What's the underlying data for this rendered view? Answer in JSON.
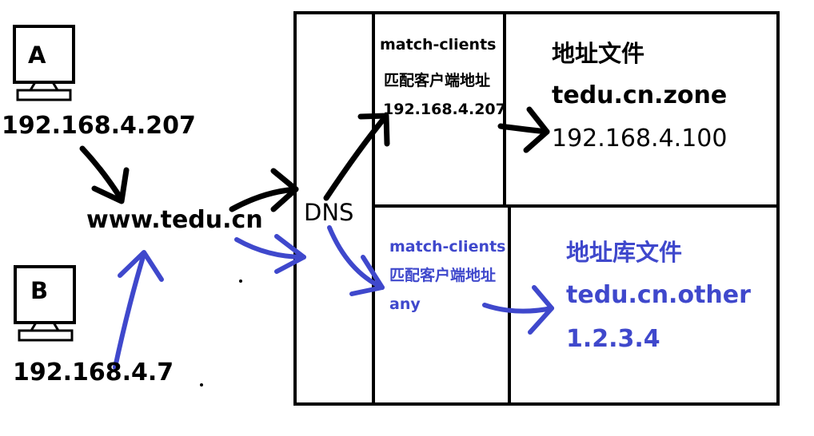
{
  "colors": {
    "black": "#000000",
    "blue": "#3f48cc",
    "background": "#ffffff"
  },
  "client_a": {
    "label": "A",
    "ip": "192.168.4.207",
    "icon": "monitor-icon"
  },
  "client_b": {
    "label": "B",
    "ip": "192.168.4.7",
    "icon": "monitor-icon"
  },
  "domain": "www.tedu.cn",
  "dns_label": "DNS",
  "view_top": {
    "title": "match-clients",
    "subtitle": "匹配客户端地址",
    "value": "192.168.4.207",
    "file_title": "地址文件",
    "file_name": "tedu.cn.zone",
    "file_ip": "192.168.4.100"
  },
  "view_bottom": {
    "title": "match-clients",
    "subtitle": "匹配客户端地址",
    "value": "any",
    "file_title": "地址库文件",
    "file_name": "tedu.cn.other",
    "file_ip": "1.2.3.4"
  }
}
